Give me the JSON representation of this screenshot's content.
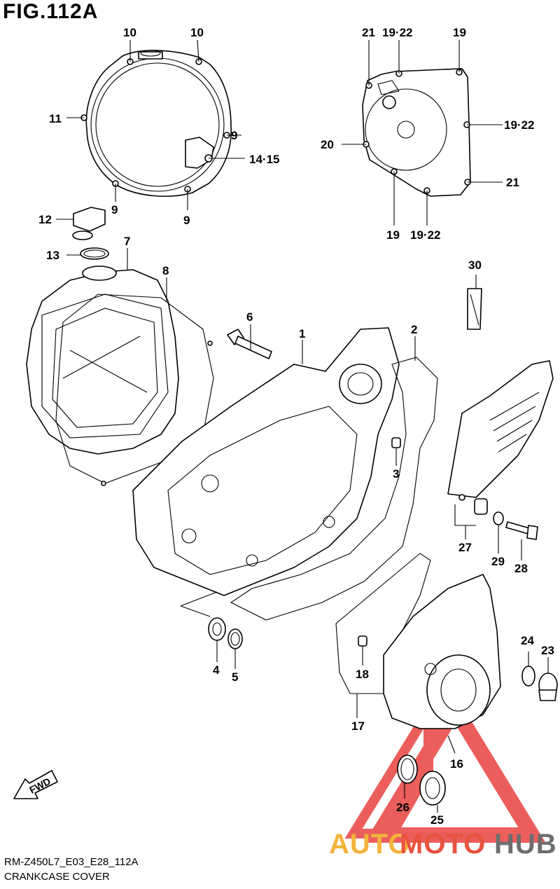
{
  "figure": {
    "title": "FIG.112A",
    "code": "RM-Z450L7_E03_E28_112A",
    "name": "CRANKCASE COVER"
  },
  "direction_badge": "FWD",
  "watermark": {
    "part1": "AUTO",
    "part2": "MOTO",
    "part3": "HUB",
    "colors": {
      "auto": "#f2b43a",
      "moto": "#e8523f",
      "hub": "#6d6d6d",
      "triangle": "#e8423f"
    }
  },
  "callouts": [
    {
      "id": "c10a",
      "text": "10"
    },
    {
      "id": "c10b",
      "text": "10"
    },
    {
      "id": "c11",
      "text": "11"
    },
    {
      "id": "c9a",
      "text": "9"
    },
    {
      "id": "c1415",
      "text": "14·15"
    },
    {
      "id": "c9b",
      "text": "9"
    },
    {
      "id": "c9c",
      "text": "9"
    },
    {
      "id": "c21a",
      "text": "21"
    },
    {
      "id": "c1922a",
      "text": "19·22"
    },
    {
      "id": "c19a",
      "text": "19"
    },
    {
      "id": "c20",
      "text": "20"
    },
    {
      "id": "c1922b",
      "text": "19·22"
    },
    {
      "id": "c21b",
      "text": "21"
    },
    {
      "id": "c19b",
      "text": "19"
    },
    {
      "id": "c1922c",
      "text": "19·22"
    },
    {
      "id": "c12",
      "text": "12"
    },
    {
      "id": "c13",
      "text": "13"
    },
    {
      "id": "c7",
      "text": "7"
    },
    {
      "id": "c8",
      "text": "8"
    },
    {
      "id": "c6",
      "text": "6"
    },
    {
      "id": "c1",
      "text": "1"
    },
    {
      "id": "c2",
      "text": "2"
    },
    {
      "id": "c30",
      "text": "30"
    },
    {
      "id": "c3",
      "text": "3"
    },
    {
      "id": "c27",
      "text": "27"
    },
    {
      "id": "c29",
      "text": "29"
    },
    {
      "id": "c28",
      "text": "28"
    },
    {
      "id": "c4",
      "text": "4"
    },
    {
      "id": "c5",
      "text": "5"
    },
    {
      "id": "c18",
      "text": "18"
    },
    {
      "id": "c17",
      "text": "17"
    },
    {
      "id": "c24",
      "text": "24"
    },
    {
      "id": "c23",
      "text": "23"
    },
    {
      "id": "c16",
      "text": "16"
    },
    {
      "id": "c26",
      "text": "26"
    },
    {
      "id": "c25",
      "text": "25"
    }
  ]
}
